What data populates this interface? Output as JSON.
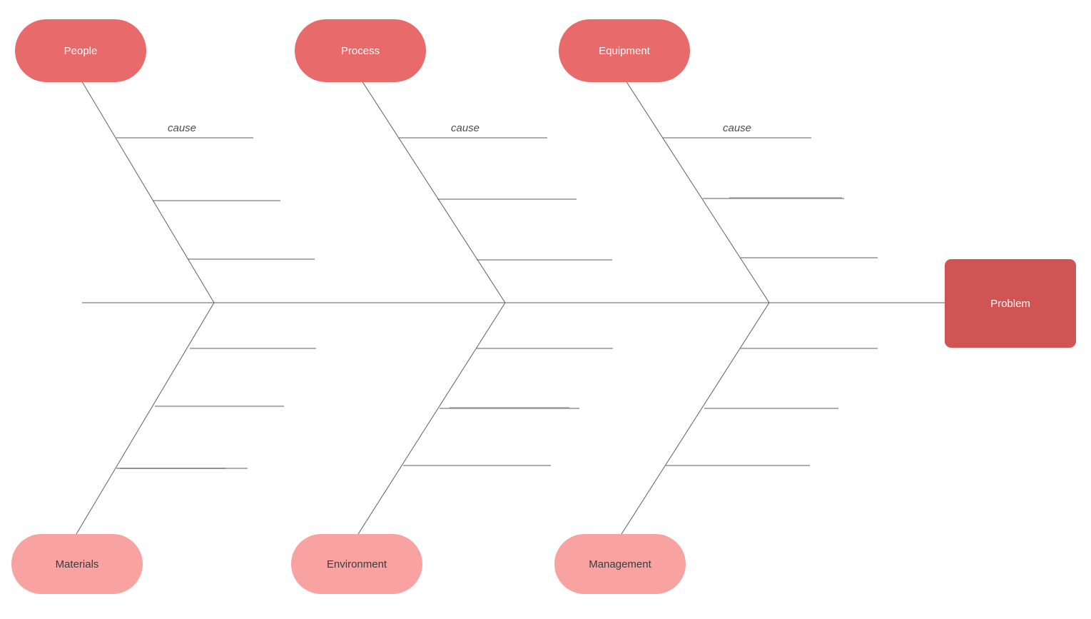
{
  "fishbone": {
    "problem": {
      "label": "Problem"
    },
    "top_categories": [
      {
        "label": "People",
        "cause_label": "cause"
      },
      {
        "label": "Process",
        "cause_label": "cause"
      },
      {
        "label": "Equipment",
        "cause_label": "cause"
      }
    ],
    "bottom_categories": [
      {
        "label": "Materials"
      },
      {
        "label": "Environment"
      },
      {
        "label": "Management"
      }
    ],
    "colors": {
      "top_category_fill": "#e86a6a",
      "bottom_category_fill": "#f9a2a2",
      "problem_fill": "#d05454",
      "bone_line": "#5e5e5e",
      "cause_text": "#4d4d4d",
      "category_text_light": "#ffffff",
      "category_text_dark": "#3b3b3b"
    }
  }
}
